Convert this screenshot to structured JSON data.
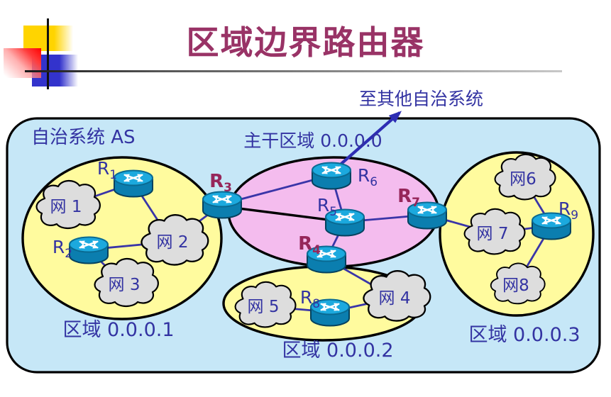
{
  "title": "区域边界路由器",
  "colors": {
    "title": "#993366",
    "label_blue": "#3333A2",
    "border_router_label": "#96265A",
    "container_fill": "#C6E7F7",
    "area_fill": "#FFFB9E",
    "backbone_fill": "#F4BCEE",
    "cloud_fill": "#DDDDDD",
    "link": "#3A35A8",
    "link_black": "#000000",
    "router_top": "#1CA9DE",
    "router_body": "#0B7EAF",
    "arrow": "#2D2DB3",
    "deco_yellow": "#FFD400",
    "deco_blue": "#3333CC",
    "deco_red": "#FF0000"
  },
  "diagram": {
    "as_label": "自治系统 AS",
    "backbone_label": "主干区域 0.0.0.0",
    "external_label": "至其他自治系统",
    "areas": [
      {
        "id": "0.0.0.1",
        "label": "区域 0.0.0.1"
      },
      {
        "id": "0.0.0.2",
        "label": "区域 0.0.0.2"
      },
      {
        "id": "0.0.0.3",
        "label": "区域 0.0.0.3"
      }
    ],
    "routers": [
      {
        "id": "R1",
        "base": "R",
        "sub": "1",
        "area_border_router": false
      },
      {
        "id": "R2",
        "base": "R",
        "sub": "2",
        "area_border_router": false
      },
      {
        "id": "R3",
        "base": "R",
        "sub": "3",
        "area_border_router": true
      },
      {
        "id": "R4",
        "base": "R",
        "sub": "4",
        "area_border_router": true
      },
      {
        "id": "R5",
        "base": "R",
        "sub": "5",
        "area_border_router": false
      },
      {
        "id": "R6",
        "base": "R",
        "sub": "6",
        "area_border_router": false
      },
      {
        "id": "R7",
        "base": "R",
        "sub": "7",
        "area_border_router": true
      },
      {
        "id": "R8",
        "base": "R",
        "sub": "8",
        "area_border_router": false
      },
      {
        "id": "R9",
        "base": "R",
        "sub": "9",
        "area_border_router": false
      }
    ],
    "networks": [
      {
        "id": "net1",
        "label": "网 1"
      },
      {
        "id": "net2",
        "label": "网 2"
      },
      {
        "id": "net3",
        "label": "网 3"
      },
      {
        "id": "net4",
        "label": "网 4"
      },
      {
        "id": "net5",
        "label": "网 5"
      },
      {
        "id": "net6",
        "label": "网6"
      },
      {
        "id": "net7",
        "label": "网 7"
      },
      {
        "id": "net8",
        "label": "网8"
      }
    ],
    "links": [
      {
        "from": "R1",
        "to": "net1"
      },
      {
        "from": "R1",
        "to": "net2"
      },
      {
        "from": "R2",
        "to": "net2"
      },
      {
        "from": "R2",
        "to": "net3"
      },
      {
        "from": "net2",
        "to": "R3"
      },
      {
        "from": "R3",
        "to": "R6"
      },
      {
        "from": "R3",
        "to": "R5"
      },
      {
        "from": "R6",
        "to": "R5"
      },
      {
        "from": "R5",
        "to": "R7"
      },
      {
        "from": "R5",
        "to": "R4"
      },
      {
        "from": "R4",
        "to": "net4"
      },
      {
        "from": "R8",
        "to": "net5"
      },
      {
        "from": "R8",
        "to": "net4"
      },
      {
        "from": "R7",
        "to": "net7"
      },
      {
        "from": "net7",
        "to": "R9"
      },
      {
        "from": "net6",
        "to": "R9"
      },
      {
        "from": "R9",
        "to": "net8"
      },
      {
        "from": "R6",
        "to": "external"
      }
    ]
  }
}
